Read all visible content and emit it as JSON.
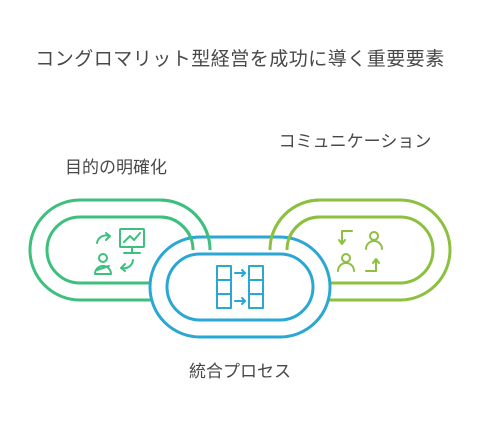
{
  "title": "コングロマリット型経営を成功に導く重要要素",
  "nodes": {
    "left": {
      "label": "目的の明確化",
      "icon": "strategy-presentation-icon",
      "color": "#3dbf7d"
    },
    "center": {
      "label": "統合プロセス",
      "icon": "process-integration-icon",
      "color": "#2aa7d2"
    },
    "right": {
      "label": "コミュニケーション",
      "icon": "people-exchange-icon",
      "color": "#8cc03e"
    }
  }
}
